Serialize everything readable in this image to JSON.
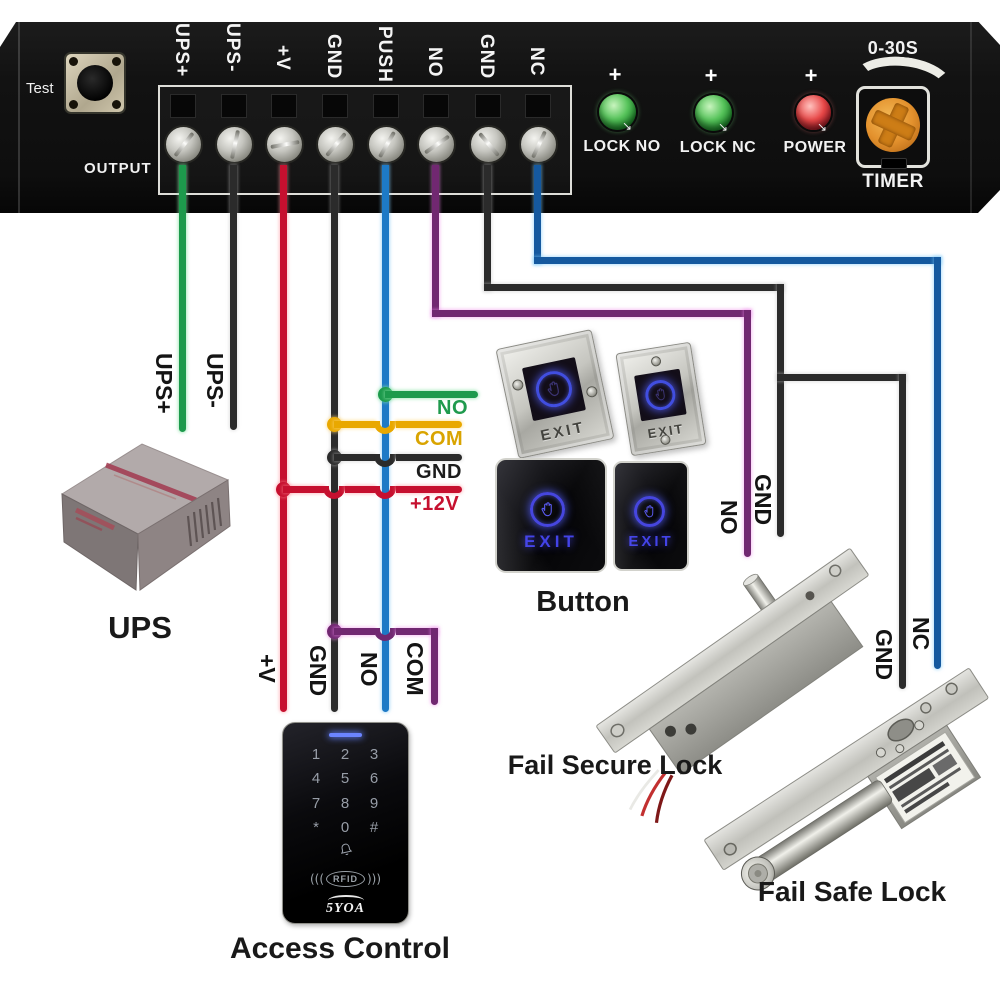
{
  "board": {
    "test_label": "Test",
    "output_label": "OUTPUT",
    "terminals": [
      {
        "label": "UPS+"
      },
      {
        "label": "UPS-"
      },
      {
        "label": "+V"
      },
      {
        "label": "GND"
      },
      {
        "label": "PUSH"
      },
      {
        "label": "NO"
      },
      {
        "label": "GND"
      },
      {
        "label": "NC"
      }
    ],
    "leds": [
      {
        "plus": "+",
        "label": "LOCK NO",
        "color": "#2f9e3f"
      },
      {
        "plus": "+",
        "label": "LOCK NC",
        "color": "#2f9e3f"
      },
      {
        "plus": "+",
        "label": "POWER",
        "color": "#d42a2a"
      }
    ],
    "timer": {
      "range_label": "0-30S",
      "label": "TIMER",
      "knob_color": "#e3912d"
    }
  },
  "wires": {
    "colors": {
      "ups_plus": "#1d9a4c",
      "ups_minus": "#2b2b2b",
      "v_plus": "#c6102f",
      "gnd": "#2b2b2b",
      "push": "#1e7ac6",
      "no": "#712871",
      "nc": "#15599f",
      "com": "#e9a800"
    },
    "labels": {
      "ups_plus": "UPS+",
      "ups_minus": "UPS-",
      "no_stub": "NO",
      "com_stub": "COM",
      "gnd_stub": "GND",
      "v12_stub": "+12V",
      "v_plus": "+V",
      "gnd_keypad": "GND",
      "no_keypad": "NO",
      "com_keypad": "COM",
      "no_lock": "NO",
      "gnd_lock": "GND",
      "gnd_safe": "GND",
      "nc_safe": "NC"
    }
  },
  "components": {
    "ups": {
      "label": "UPS"
    },
    "exit_buttons": {
      "label": "Button",
      "exit_label": "EXIT"
    },
    "access_control": {
      "label": "Access Control",
      "keys": [
        "1",
        "2",
        "3",
        "4",
        "5",
        "6",
        "7",
        "8",
        "9",
        "*",
        "0",
        "#"
      ],
      "rfid_label": "RFID",
      "brand": "5YOA"
    },
    "fail_secure_lock": {
      "label": "Fail Secure Lock"
    },
    "fail_safe_lock": {
      "label": "Fail Safe Lock"
    }
  }
}
